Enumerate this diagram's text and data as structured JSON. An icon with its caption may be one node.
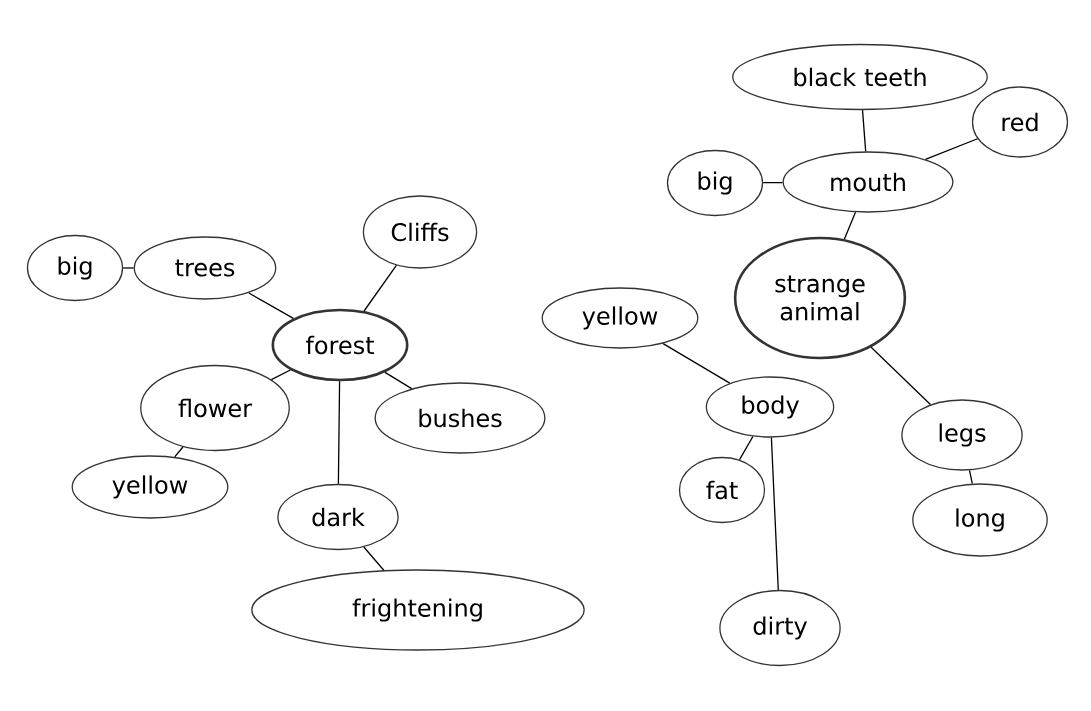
{
  "diagram": {
    "nodes": [
      {
        "text": [
          "forest"
        ]
      },
      {
        "text": [
          "trees"
        ]
      },
      {
        "text": [
          "big"
        ]
      },
      {
        "text": [
          "Cliffs"
        ]
      },
      {
        "text": [
          "flower"
        ]
      },
      {
        "text": [
          "yellow"
        ]
      },
      {
        "text": [
          "bushes"
        ]
      },
      {
        "text": [
          "dark"
        ]
      },
      {
        "text": [
          "frightening"
        ]
      },
      {
        "text": [
          "strange animal"
        ]
      },
      {
        "text": [
          "mouth"
        ]
      },
      {
        "text": [
          "black teeth"
        ]
      },
      {
        "text": [
          "red"
        ]
      },
      {
        "text": [
          "big"
        ]
      },
      {
        "text": [
          "yellow"
        ]
      },
      {
        "text": [
          "body"
        ]
      },
      {
        "text": [
          "fat"
        ]
      },
      {
        "text": [
          "dirty"
        ]
      },
      {
        "text": [
          "legs"
        ]
      },
      {
        "text": [
          "long"
        ]
      }
    ],
    "edges": [
      {
        "from": 0,
        "to": 1,
        "arrow": "none"
      },
      {
        "from": 1,
        "to": 2,
        "arrow": "none"
      },
      {
        "from": 0,
        "to": 3,
        "arrow": "none"
      },
      {
        "from": 0,
        "to": 4,
        "arrow": "none"
      },
      {
        "from": 4,
        "to": 5,
        "arrow": "none"
      },
      {
        "from": 0,
        "to": 6,
        "arrow": "none"
      },
      {
        "from": 0,
        "to": 7,
        "arrow": "none"
      },
      {
        "from": 7,
        "to": 8,
        "arrow": "none"
      },
      {
        "from": 9,
        "to": 10,
        "arrow": "none"
      },
      {
        "from": 10,
        "to": 11,
        "arrow": "none"
      },
      {
        "from": 10,
        "to": 12,
        "arrow": "none"
      },
      {
        "from": 10,
        "to": 13,
        "arrow": "none"
      },
      {
        "from": 9,
        "to": 18,
        "arrow": "none"
      },
      {
        "from": 18,
        "to": 19,
        "arrow": "none"
      },
      {
        "from": 15,
        "to": 14,
        "arrow": "none"
      },
      {
        "from": 15,
        "to": 16,
        "arrow": "none"
      },
      {
        "from": 15,
        "to": 17,
        "arrow": "none"
      }
    ]
  }
}
